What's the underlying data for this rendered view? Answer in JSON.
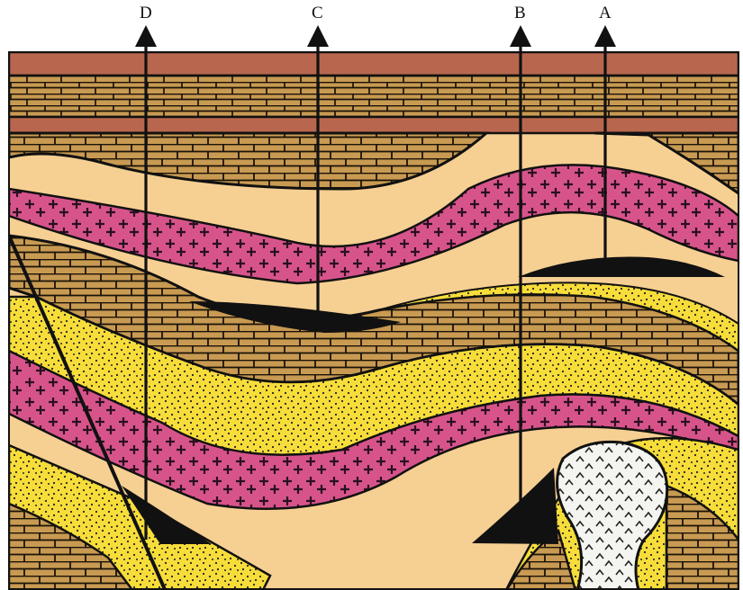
{
  "labels": {
    "d": "D",
    "c": "C",
    "b": "B",
    "a": "A"
  },
  "colors": {
    "background": "#ffffff",
    "shale": "#f6cf92",
    "limestone": "#c89a52",
    "sandstone": "#f7dd3a",
    "igneous": "#d7548a",
    "cap": "#b8674e",
    "salt": "#f4f4f0",
    "oil": "#111111"
  }
}
